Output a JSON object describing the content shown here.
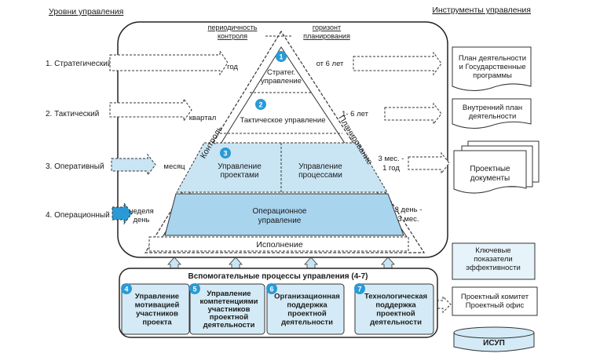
{
  "headers": {
    "left": "Уровни управления",
    "right": "Инструменты управления"
  },
  "levels": [
    {
      "label": "1. Стратегический",
      "period": "год",
      "horizon": "от 6 лет"
    },
    {
      "label": "2. Тактический",
      "period": "квартал",
      "horizon": "1- 6 лет"
    },
    {
      "label": "3. Оперативный",
      "period": "месяц",
      "horizon": [
        "3 мес. -",
        "1 год"
      ]
    },
    {
      "label": "4. Операционный",
      "period": [
        "неделя",
        "день"
      ],
      "horizon": [
        "3 день -",
        "3 мес."
      ]
    }
  ],
  "pyramid": {
    "control_periodicity": [
      "периодичность",
      "контроля"
    ],
    "planning_horizon": [
      "горизонт",
      "планирования"
    ],
    "control_label": "Контроль",
    "planning_label": "Планирование",
    "execution_label": "Исполнение",
    "tiers": {
      "strategic": {
        "num": "1",
        "text": [
          "Стратег.",
          "управление"
        ]
      },
      "tactical": {
        "num": "2",
        "text": "Тактическое управление"
      },
      "projects": {
        "num": "3",
        "text": [
          "Управление",
          "проектами"
        ]
      },
      "processes": {
        "text": [
          "Управление",
          "процессами"
        ]
      },
      "operational": {
        "text": [
          "Операционное",
          "управление"
        ]
      }
    }
  },
  "tools": [
    {
      "text": [
        "План деятельности",
        "и Государственные",
        "программы"
      ]
    },
    {
      "text": [
        "Внутренний план",
        "деятельности"
      ]
    },
    {
      "text": [
        "Проектные",
        "документы"
      ]
    },
    {
      "text": [
        "Ключевые",
        "показатели",
        "эффективности"
      ]
    },
    {
      "text": [
        "Проектный комитет",
        "Проектный офис"
      ]
    },
    {
      "text": "ИСУП"
    }
  ],
  "support": {
    "title": "Вспомогательные процессы управления (4-7)",
    "items": [
      {
        "num": "4",
        "text": [
          "Управление",
          "мотивацией",
          "участников",
          "проекта"
        ]
      },
      {
        "num": "5",
        "text": [
          "Управление",
          "компетенциями",
          "участников",
          "проектной",
          "деятельности"
        ]
      },
      {
        "num": "6",
        "text": [
          "Организационная",
          "поддержка",
          "проектной",
          "деятельности"
        ]
      },
      {
        "num": "7",
        "text": [
          "Технологическая",
          "поддержка",
          "проектной",
          "деятельности"
        ]
      }
    ]
  },
  "colors": {
    "accent": "#2a9ad6",
    "band": "#c9e5f4",
    "band_dark": "#a9d4ee",
    "tool": "#ffffff",
    "panel": "#e6f3fa",
    "box": "#d4ebf7"
  }
}
